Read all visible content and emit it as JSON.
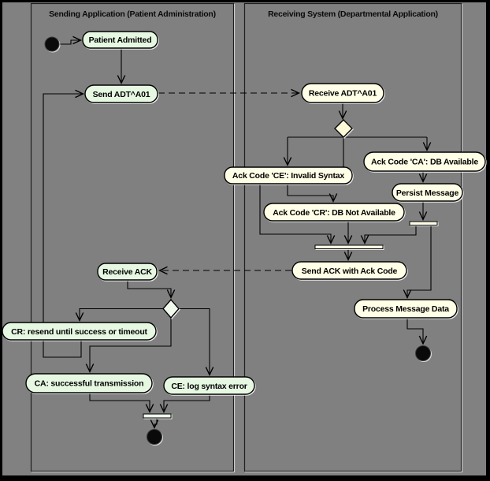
{
  "lanes": [
    {
      "label": "Sending Application (Patient Administration)"
    },
    {
      "label": "Receiving System (Departmental Application)"
    }
  ],
  "nodes": {
    "patient_admitted": "Patient Admitted",
    "send_adt": "Send ADT^A01",
    "receive_adt": "Receive ADT^A01",
    "ack_ce": "Ack Code 'CE': Invalid Syntax",
    "ack_ca": "Ack Code 'CA': DB Available",
    "persist_message": "Persist Message",
    "ack_cr": "Ack Code 'CR': DB Not Available",
    "send_ack": "Send ACK with Ack Code",
    "process_message": "Process Message Data",
    "receive_ack": "Receive ACK",
    "cr_resend": "CR: resend until success or timeout",
    "ca_success": "CA: successful transmission",
    "ce_log": "CE: log syntax error"
  },
  "colors": {
    "background": "#808080",
    "frame": "#000000",
    "left_node_fill": "#e6f8e2",
    "right_node_fill": "#fffee6",
    "line": "#000000"
  }
}
